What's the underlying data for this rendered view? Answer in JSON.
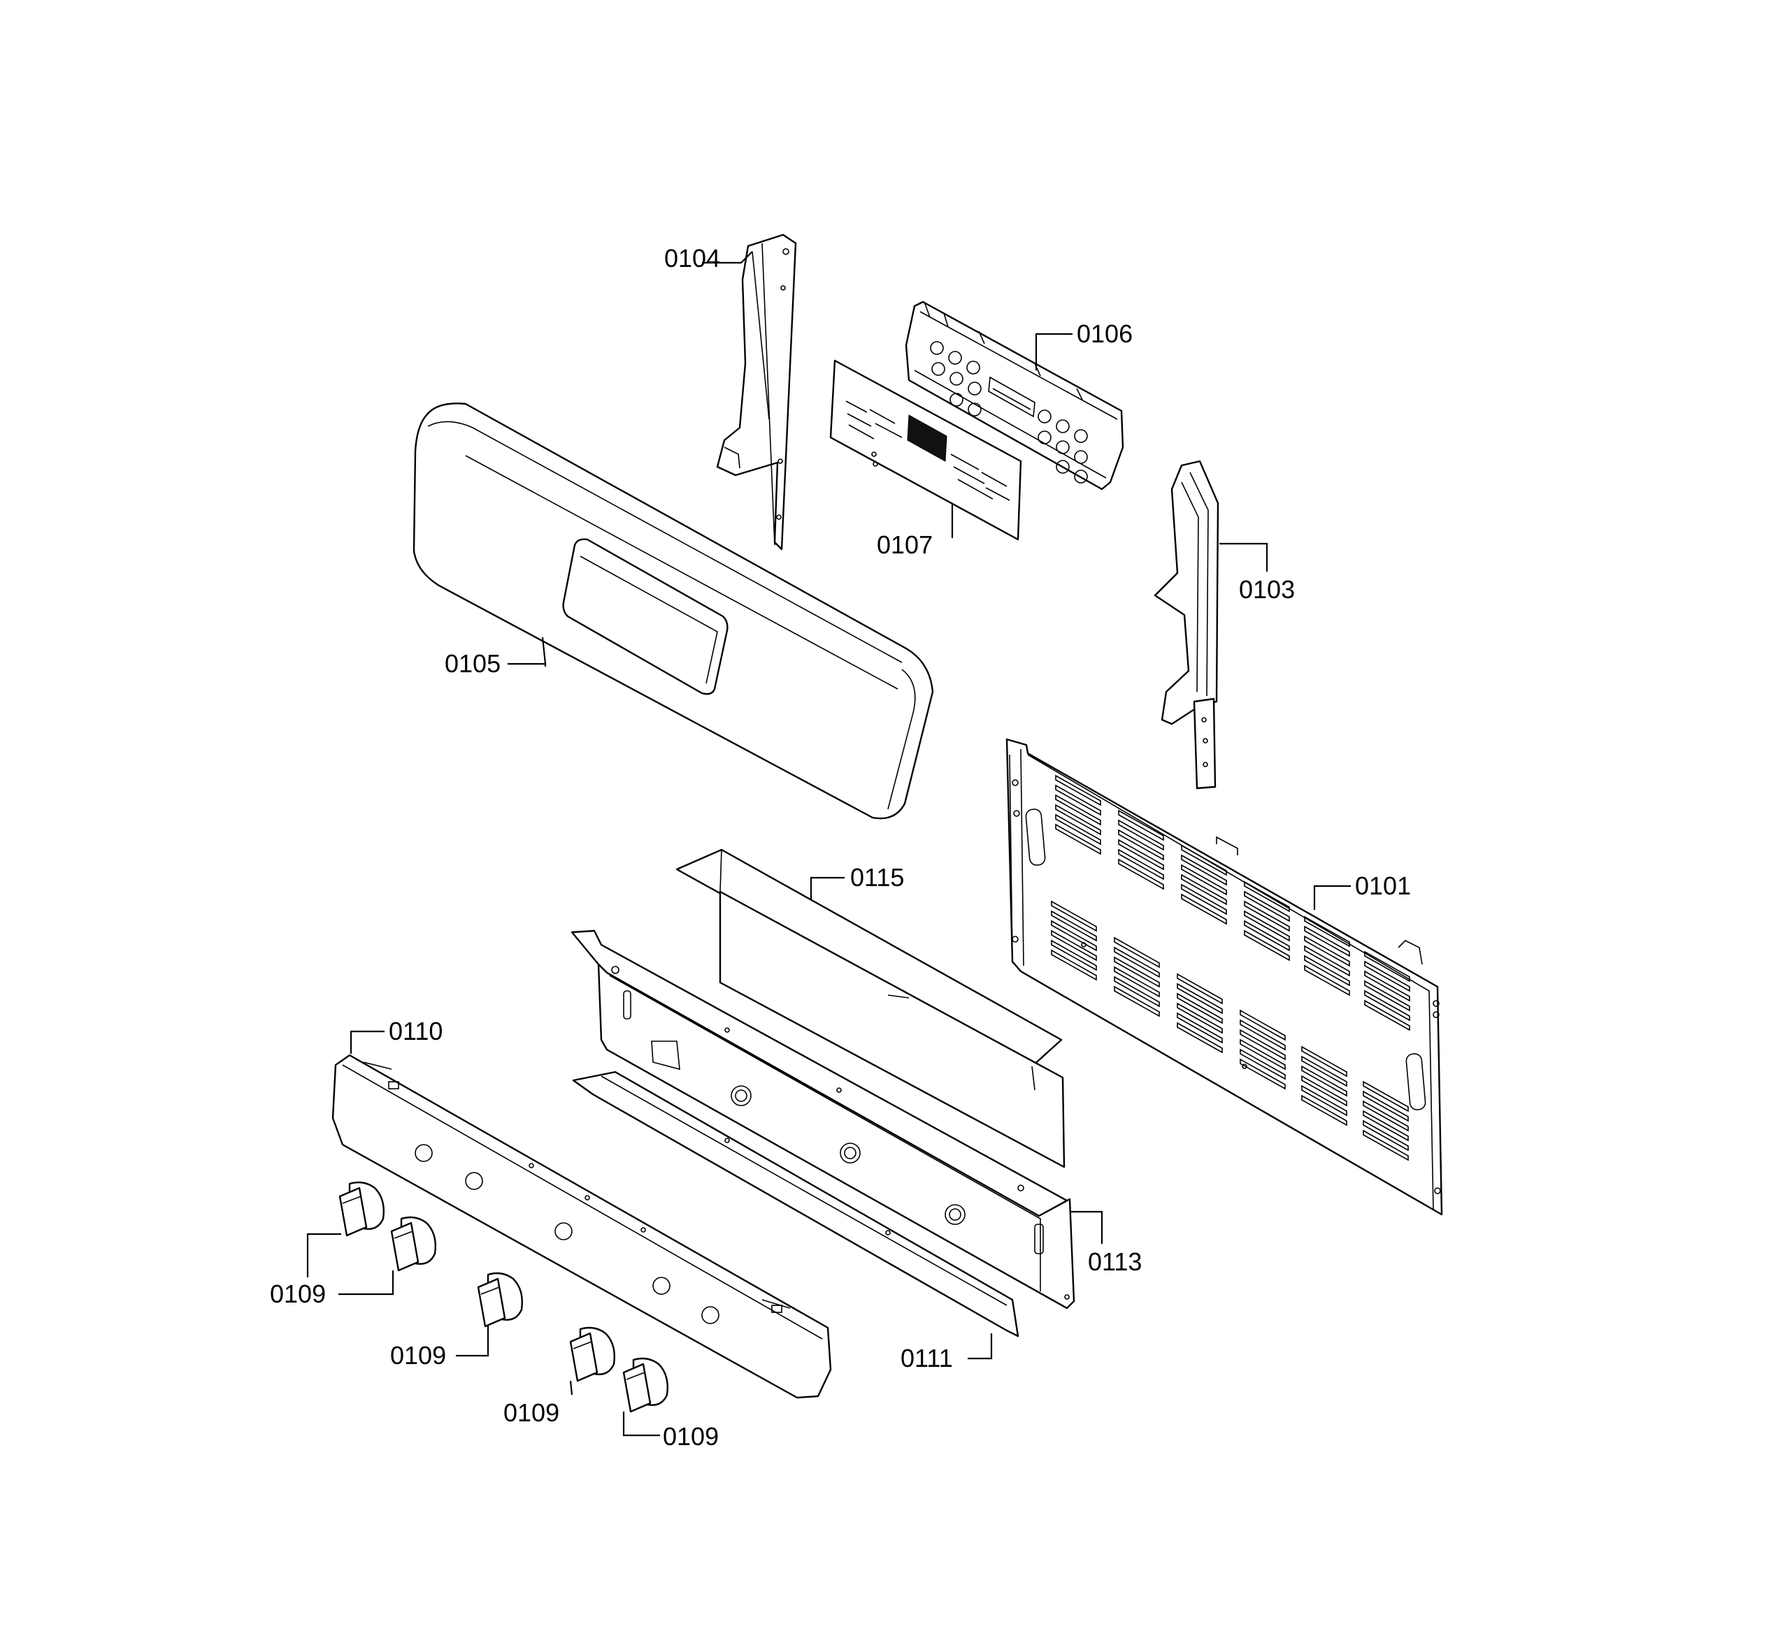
{
  "callouts": {
    "c0104": "0104",
    "c0106": "0106",
    "c0107": "0107",
    "c0103": "0103",
    "c0105": "0105",
    "c0101": "0101",
    "c0115": "0115",
    "c0110": "0110",
    "c0113": "0113",
    "c0111": "0111",
    "c0109a": "0109",
    "c0109b": "0109",
    "c0109c": "0109",
    "c0109d": "0109"
  }
}
